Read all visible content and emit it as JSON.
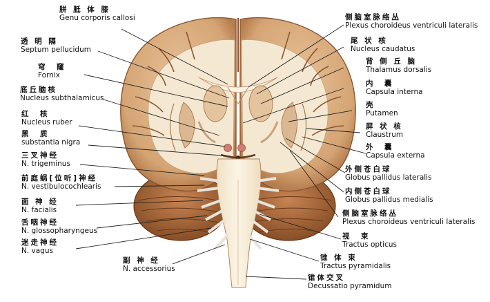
{
  "labels": {
    "genu": {
      "zh": "胼 胝 体 膝",
      "la": "Genu corporis callosi"
    },
    "septum": {
      "zh": "透 明 隔",
      "la": "Septum pellucidum"
    },
    "fornix": {
      "zh": "穹　窿",
      "la": "Fornix"
    },
    "subthal": {
      "zh": "底丘脑核",
      "la": "Nucleus subthalamicus"
    },
    "ruber": {
      "zh": "红　核",
      "la": "Nucleus ruber"
    },
    "nigra": {
      "zh": "黑　质",
      "la": "substantia nigra"
    },
    "trigem": {
      "zh": "三叉神经",
      "la": "N. trigeminus"
    },
    "vestib": {
      "zh": "前庭蜗[位听]神经",
      "la": "N. vestibulocochlearis"
    },
    "facialis": {
      "zh": "面 神 经",
      "la": "N. facialis"
    },
    "glosso": {
      "zh": "舌咽神经",
      "la": "N. glossopharyngeus"
    },
    "vagus": {
      "zh": "迷走神经",
      "la": "N. vagus"
    },
    "access": {
      "zh": "副 神 经",
      "la": "N. accessorius"
    },
    "plexus1": {
      "zh": "侧脑室脉络丛",
      "la": "Plexus choroideus ventriculi lateralis"
    },
    "caudatus": {
      "zh": "尾 状 核",
      "la": "Nucleus caudatus"
    },
    "thalamus": {
      "zh": "背 侧 丘 脑",
      "la": "Thalamus dorsalis"
    },
    "capint": {
      "zh": "内　囊",
      "la": "Capsula interna"
    },
    "putamen": {
      "zh": "壳",
      "la": "Putamen"
    },
    "claustrum": {
      "zh": "屏 状 核",
      "la": "Claustrum"
    },
    "capext": {
      "zh": "外　囊",
      "la": "Capsula externa"
    },
    "gpl": {
      "zh": "外侧苍白球",
      "la": "Globus pallidus lateralis"
    },
    "gpm": {
      "zh": "内侧苍白球",
      "la": "Globus pallidus medialis"
    },
    "plexus2": {
      "zh": "侧脑室脉络丛",
      "la": "Plexus choroideus ventriculi lateralis"
    },
    "opticus": {
      "zh": "视　束",
      "la": "Tractus opticus"
    },
    "pyramid": {
      "zh": "锥 体 束",
      "la": "Tractus pyramidalis"
    },
    "decuss": {
      "zh": "锥体交叉",
      "la": "Decussatio pyramidum"
    }
  },
  "colors": {
    "background": "#ffffff",
    "cortex": "#d8a877",
    "cortex_dark": "#a4683c",
    "white_matter": "#f4e8d2",
    "cerebellum": "#9a5a2e",
    "nuclei": "#e4c49e",
    "red_nucleus": "#d47c6e",
    "leader_line": "#222222"
  }
}
